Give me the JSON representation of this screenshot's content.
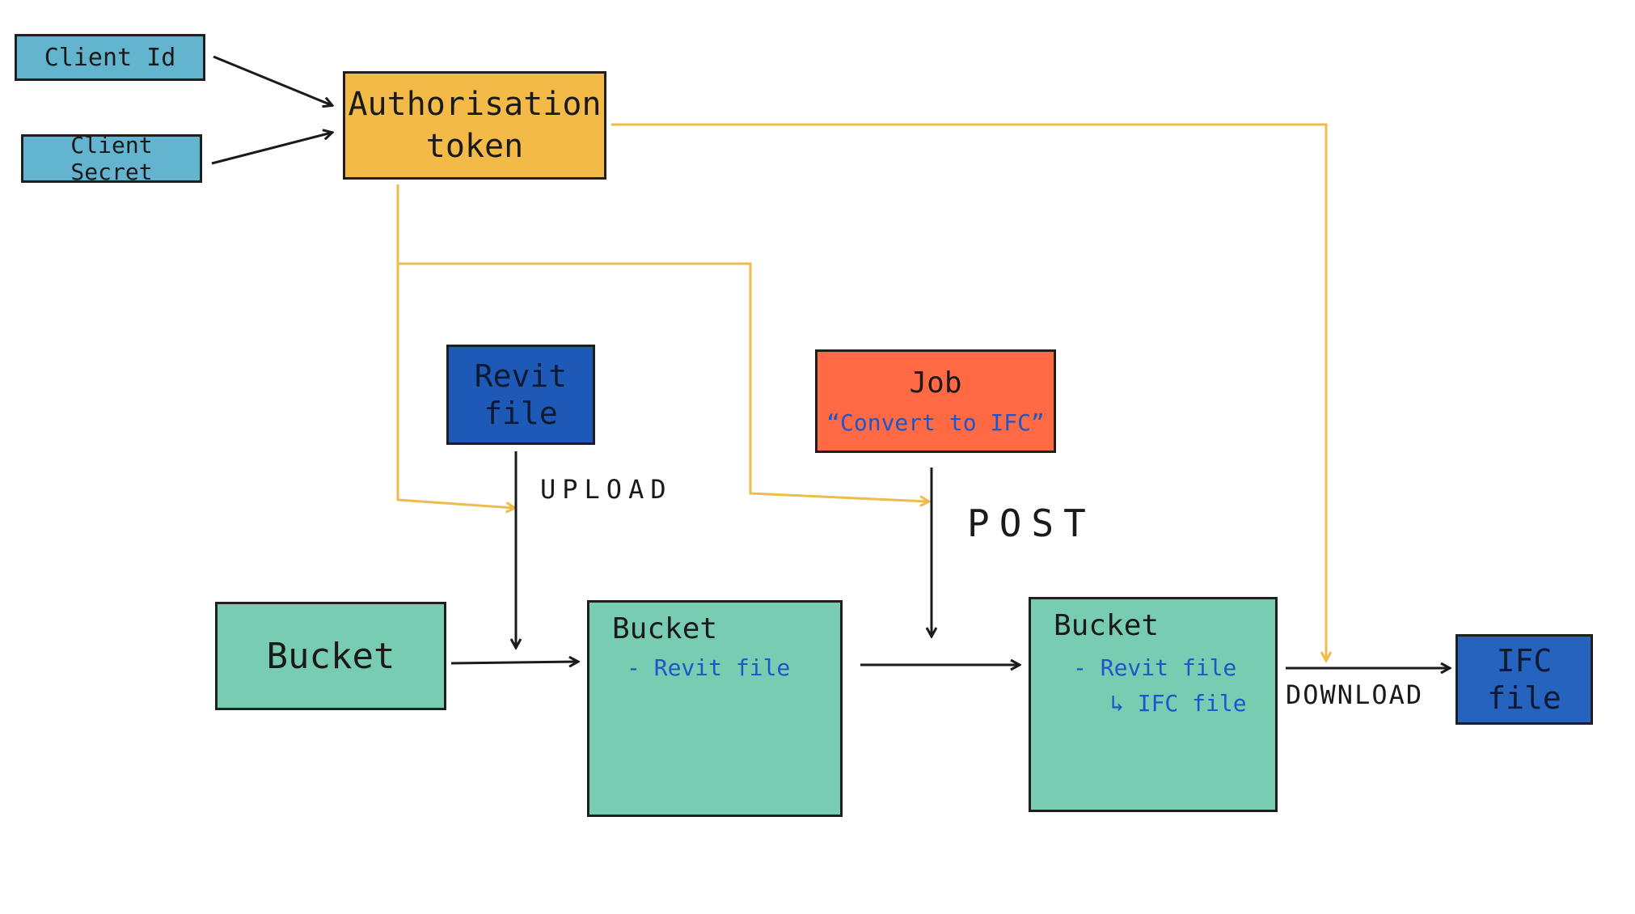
{
  "nodes": {
    "client_id": "Client Id",
    "client_secret": "Client Secret",
    "auth_token": {
      "line1": "Authorisation",
      "line2": "token"
    },
    "revit_file": {
      "line1": "Revit",
      "line2": "file"
    },
    "job": {
      "title": "Job",
      "subtitle": "“Convert to IFC”"
    },
    "bucket_empty": "Bucket",
    "bucket_revit": {
      "title": "Bucket",
      "item1": "- Revit file"
    },
    "bucket_ifc": {
      "title": "Bucket",
      "item1": "- Revit file",
      "item2": "↳ IFC file"
    },
    "ifc_file": {
      "line1": "IFC",
      "line2": "file"
    }
  },
  "edge_labels": {
    "upload": "UPLOAD",
    "post": "POST",
    "download": "DOWNLOAD"
  },
  "colors": {
    "client_box": "#62b4cf",
    "auth_box": "#f3ba47",
    "revit_box": "#1f59b8",
    "job_box": "#ff6a45",
    "bucket_box": "#78ccb2",
    "ifc_box": "#2563bf",
    "auth_wire": "#eebc4a",
    "ink": "#1a1a1a",
    "blue_ink": "#1e55c8"
  }
}
